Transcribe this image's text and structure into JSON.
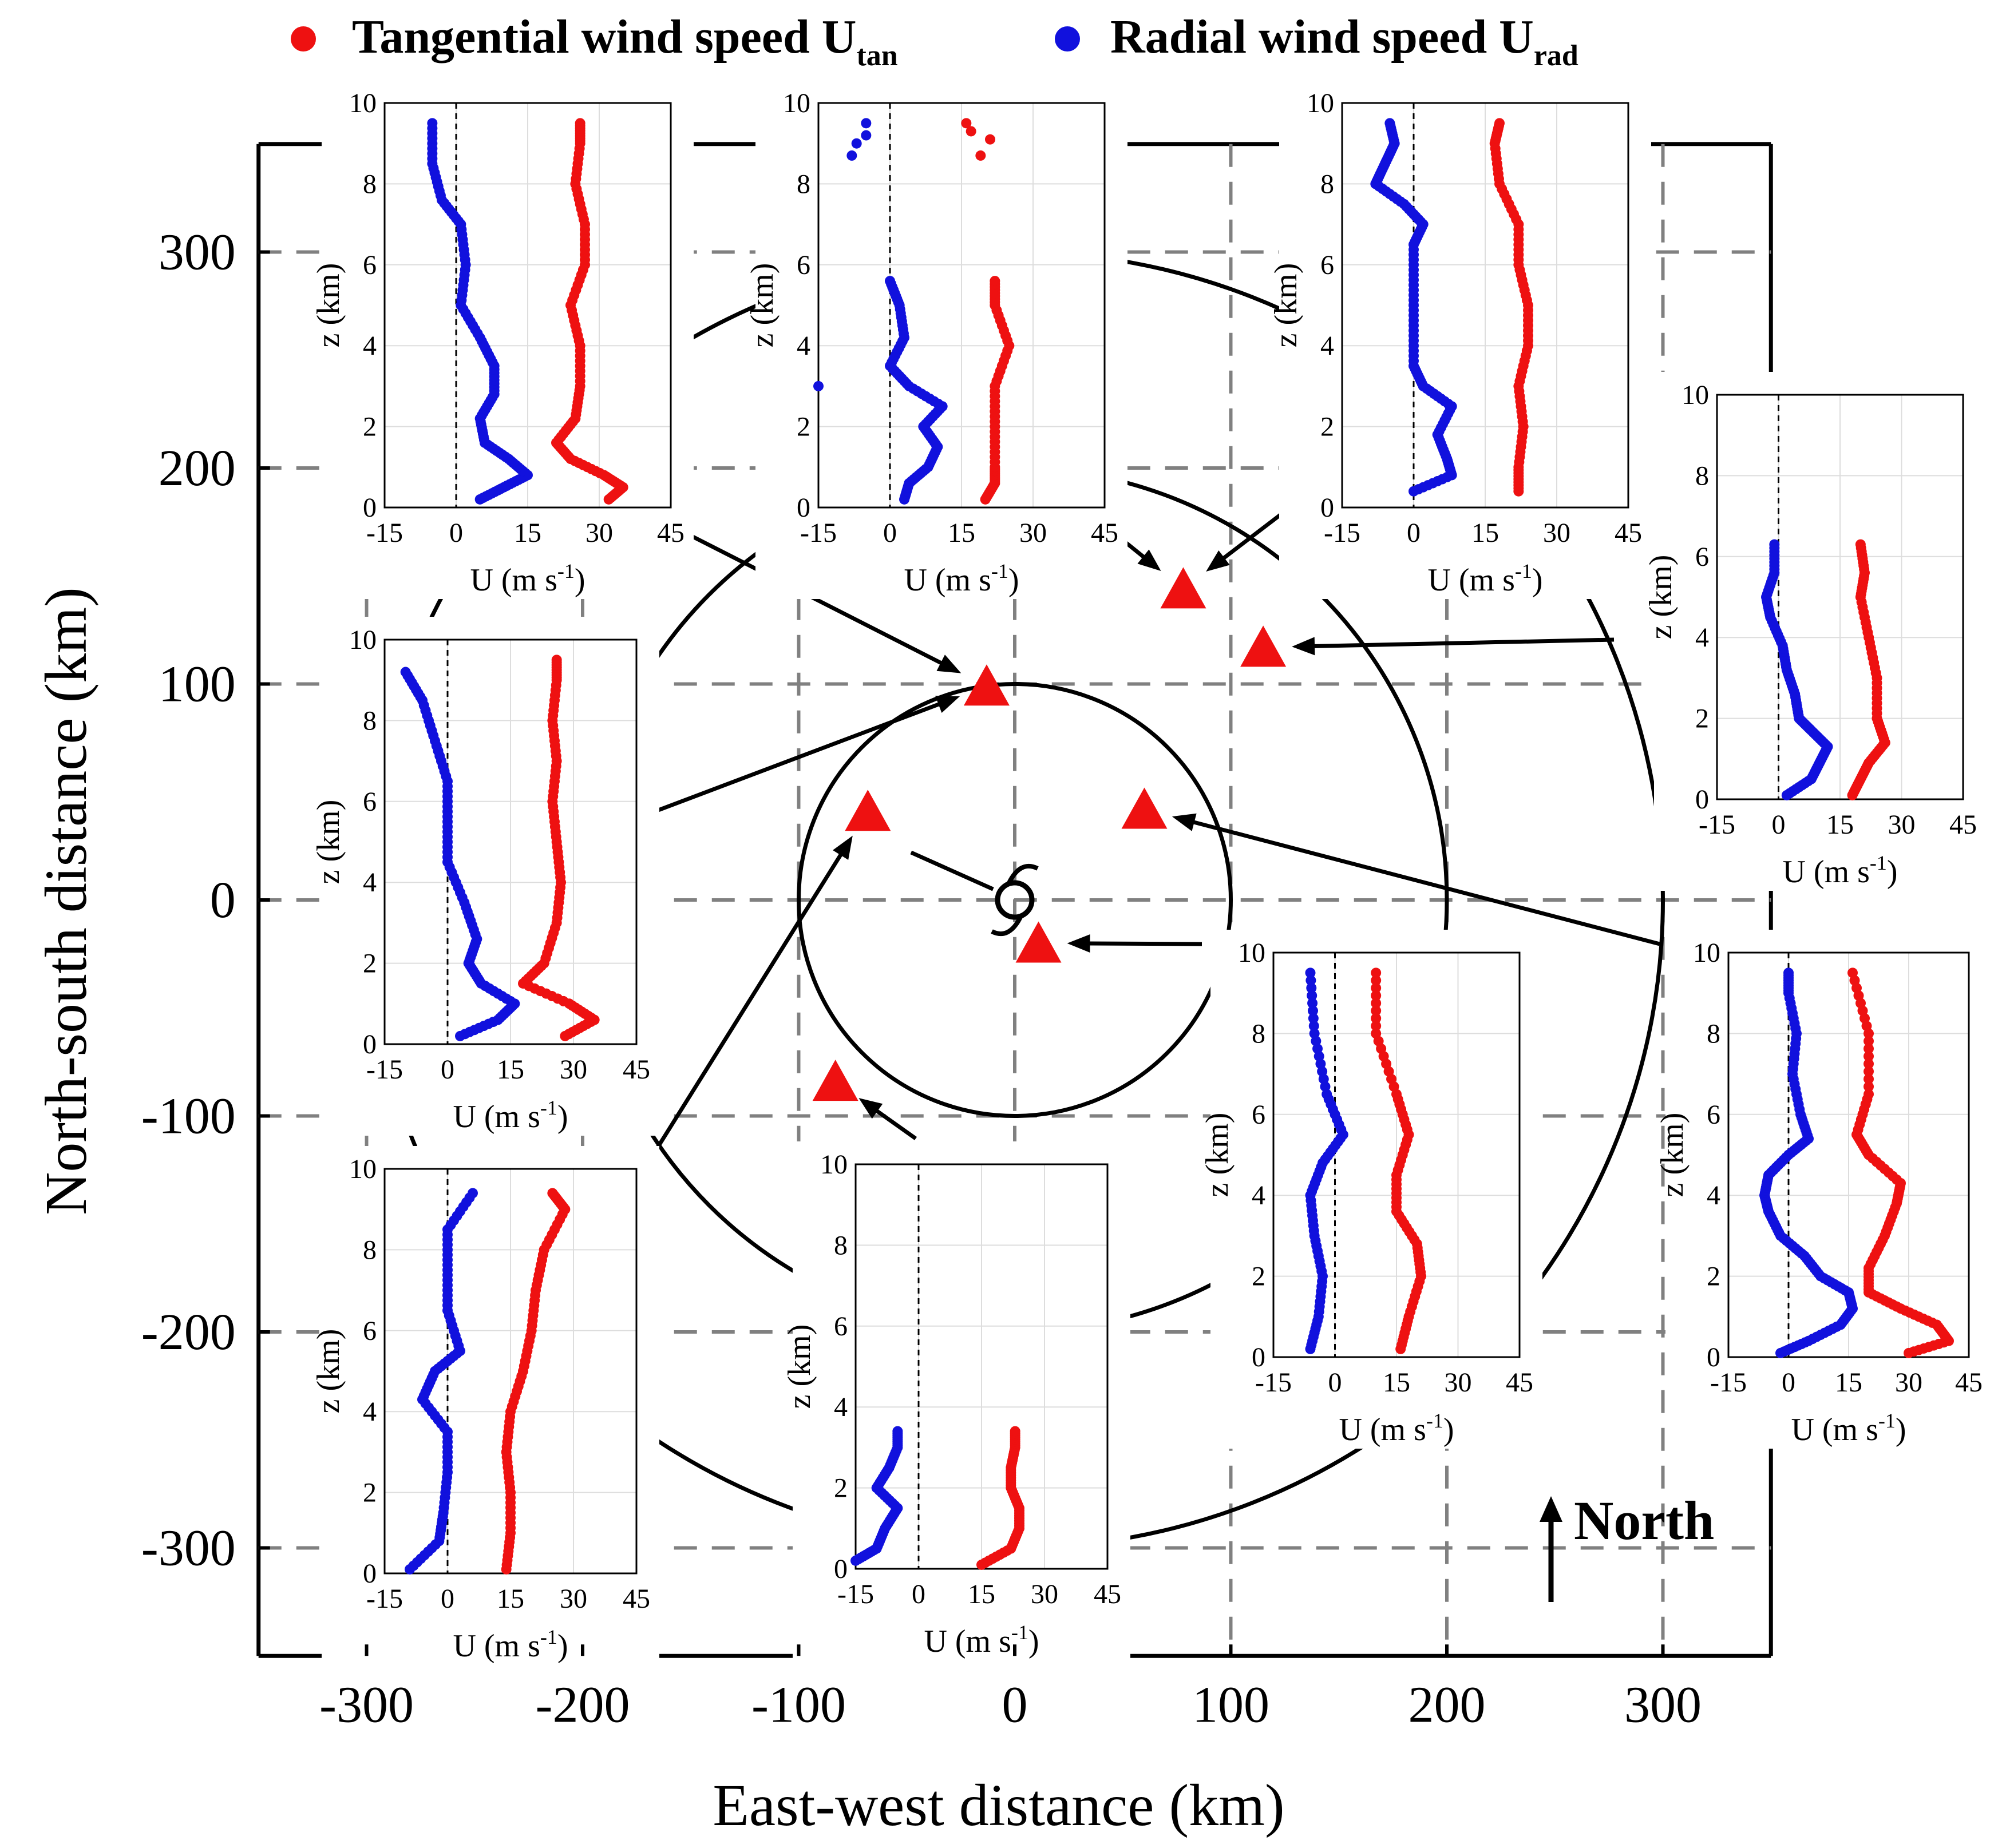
{
  "legend": {
    "tangential": {
      "label": "Tangential wind speed U",
      "sub": "tan",
      "color": "#ee1111"
    },
    "radial": {
      "label": "Radial wind speed U",
      "sub": "rad",
      "color": "#1111dd"
    }
  },
  "colors": {
    "tangential": "#ee1111",
    "radial": "#1111dd",
    "triangle": "#ee1111",
    "axis": "#000000",
    "grid": "#808080"
  },
  "north_label": "North",
  "chart_data": {
    "type": "scatter",
    "xlabel": "East-west distance (km)",
    "ylabel": "North-south distance (km)",
    "xlim": [
      -350,
      350
    ],
    "ylim": [
      -350,
      350
    ],
    "xticks": [
      -300,
      -200,
      -100,
      0,
      100,
      200,
      300
    ],
    "yticks": [
      -300,
      -200,
      -100,
      0,
      100,
      200,
      300
    ],
    "grid_dashed_at": [
      -300,
      -200,
      -100,
      0,
      100,
      200,
      300
    ],
    "range_ring_radius_km": 100,
    "storm_center": [
      0,
      0
    ],
    "stations": [
      {
        "x": -13,
        "y": 99
      },
      {
        "x": 78,
        "y": 144
      },
      {
        "x": 115,
        "y": 117
      },
      {
        "x": -68,
        "y": 41
      },
      {
        "x": 60,
        "y": 42
      },
      {
        "x": 11,
        "y": -20
      },
      {
        "x": -83,
        "y": -84
      }
    ],
    "inset_axes": {
      "ylabel": "z (km)",
      "xlabel": "U (m s",
      "xlabel_sup": "-1",
      "xlabel_end": ")",
      "xlim": [
        -15,
        45
      ],
      "ylim": [
        0,
        10
      ],
      "xticks": [
        -15,
        0,
        15,
        30,
        45
      ],
      "yticks": [
        0,
        2,
        4,
        6,
        8,
        10
      ]
    },
    "profiles": [
      {
        "id": "top-left",
        "zmax": 9.5,
        "rad": [
          [
            0.2,
            5
          ],
          [
            0.5,
            10
          ],
          [
            0.8,
            15
          ],
          [
            1.2,
            11
          ],
          [
            1.6,
            6
          ],
          [
            2.2,
            5
          ],
          [
            2.8,
            8
          ],
          [
            3.5,
            8
          ],
          [
            4.2,
            5
          ],
          [
            5,
            1
          ],
          [
            6,
            2
          ],
          [
            7,
            1
          ],
          [
            7.6,
            -3
          ],
          [
            8.5,
            -5
          ],
          [
            9.5,
            -5
          ]
        ],
        "tan": [
          [
            0.2,
            32
          ],
          [
            0.5,
            35
          ],
          [
            0.8,
            31
          ],
          [
            1.2,
            24
          ],
          [
            1.6,
            21
          ],
          [
            2.2,
            25
          ],
          [
            3,
            26
          ],
          [
            4,
            26
          ],
          [
            5,
            24
          ],
          [
            6,
            27
          ],
          [
            7,
            27
          ],
          [
            8,
            25
          ],
          [
            9,
            26
          ],
          [
            9.5,
            26
          ]
        ]
      },
      {
        "id": "top-middle",
        "zmax": 9.5,
        "rad": [
          [
            0.2,
            3
          ],
          [
            0.6,
            4
          ],
          [
            1,
            8
          ],
          [
            1.5,
            10
          ],
          [
            2,
            7
          ],
          [
            2.5,
            11
          ],
          [
            3,
            4
          ],
          [
            3.5,
            0
          ],
          [
            4.2,
            3
          ],
          [
            5,
            2
          ],
          [
            5.6,
            0
          ]
        ],
        "tan": [
          [
            0.2,
            20
          ],
          [
            0.6,
            22
          ],
          [
            1,
            22
          ],
          [
            2,
            22
          ],
          [
            3,
            22
          ],
          [
            4,
            25
          ],
          [
            5,
            22
          ],
          [
            5.6,
            22
          ]
        ],
        "rad_extra": [
          [
            9.5,
            -5
          ],
          [
            9.2,
            -5
          ],
          [
            9,
            -7
          ],
          [
            8.7,
            -8
          ],
          [
            3,
            -15
          ]
        ],
        "tan_extra": [
          [
            9.5,
            16
          ],
          [
            9.3,
            17
          ],
          [
            9.1,
            21
          ],
          [
            8.7,
            19
          ]
        ]
      },
      {
        "id": "top-right",
        "zmax": 9.5,
        "rad": [
          [
            0.4,
            0
          ],
          [
            0.8,
            8
          ],
          [
            1.2,
            7
          ],
          [
            1.8,
            5
          ],
          [
            2.5,
            8
          ],
          [
            3,
            2
          ],
          [
            3.5,
            0
          ],
          [
            4.5,
            0
          ],
          [
            5.5,
            0
          ],
          [
            6.5,
            0
          ],
          [
            7,
            2
          ],
          [
            7.5,
            -2
          ],
          [
            8,
            -8
          ],
          [
            8.5,
            -6
          ],
          [
            9,
            -4
          ],
          [
            9.5,
            -5
          ]
        ],
        "tan": [
          [
            0.4,
            22
          ],
          [
            1,
            22
          ],
          [
            2,
            23
          ],
          [
            3,
            22
          ],
          [
            4,
            24
          ],
          [
            5,
            24
          ],
          [
            6,
            22
          ],
          [
            7,
            22
          ],
          [
            8,
            18
          ],
          [
            9,
            17
          ],
          [
            9.5,
            18
          ]
        ]
      },
      {
        "id": "right-upper",
        "zmax": 6.3,
        "rad": [
          [
            0.1,
            2
          ],
          [
            0.5,
            8
          ],
          [
            0.9,
            10
          ],
          [
            1.3,
            12
          ],
          [
            1.7,
            8
          ],
          [
            2,
            5
          ],
          [
            2.6,
            4
          ],
          [
            3.2,
            2
          ],
          [
            3.8,
            1
          ],
          [
            4.5,
            -2
          ],
          [
            5,
            -3
          ],
          [
            5.6,
            -1
          ],
          [
            6.3,
            -1
          ]
        ],
        "tan": [
          [
            0.1,
            18
          ],
          [
            0.5,
            20
          ],
          [
            0.9,
            22
          ],
          [
            1.4,
            26
          ],
          [
            2,
            24
          ],
          [
            3,
            24
          ],
          [
            4,
            22
          ],
          [
            5,
            20
          ],
          [
            5.6,
            21
          ],
          [
            6.3,
            20
          ]
        ]
      },
      {
        "id": "middle-left",
        "zmax": 9.5,
        "rad": [
          [
            0.2,
            3
          ],
          [
            0.6,
            12
          ],
          [
            1,
            16
          ],
          [
            1.5,
            8
          ],
          [
            2,
            5
          ],
          [
            2.6,
            7
          ],
          [
            3.5,
            4
          ],
          [
            4.5,
            0
          ],
          [
            5.5,
            0
          ],
          [
            6.5,
            0
          ],
          [
            7.5,
            -3
          ],
          [
            8.5,
            -6
          ],
          [
            9.2,
            -10
          ]
        ],
        "tan": [
          [
            0.2,
            28
          ],
          [
            0.6,
            35
          ],
          [
            1,
            29
          ],
          [
            1.5,
            18
          ],
          [
            2,
            23
          ],
          [
            3,
            26
          ],
          [
            4,
            27
          ],
          [
            5,
            26
          ],
          [
            6,
            25
          ],
          [
            7,
            26
          ],
          [
            8,
            25
          ],
          [
            9,
            26
          ],
          [
            9.5,
            26
          ]
        ]
      },
      {
        "id": "center-right",
        "zmax": 9.5,
        "rad": [
          [
            0.2,
            -6
          ],
          [
            1,
            -4
          ],
          [
            2,
            -3
          ],
          [
            3,
            -5
          ],
          [
            4,
            -6
          ],
          [
            4.8,
            -3
          ],
          [
            5.5,
            2
          ],
          [
            6.5,
            -2
          ],
          [
            8,
            -5
          ],
          [
            9.5,
            -6
          ]
        ],
        "tan": [
          [
            0.2,
            16
          ],
          [
            1,
            18
          ],
          [
            2,
            21
          ],
          [
            2.8,
            20
          ],
          [
            3.6,
            15
          ],
          [
            4.5,
            15
          ],
          [
            5.5,
            18
          ],
          [
            6.5,
            15
          ],
          [
            8,
            10
          ],
          [
            9.5,
            10
          ]
        ]
      },
      {
        "id": "right-lower",
        "zmax": 9.5,
        "rad": [
          [
            0.1,
            -2
          ],
          [
            0.4,
            5
          ],
          [
            0.8,
            13
          ],
          [
            1.2,
            16
          ],
          [
            1.6,
            15
          ],
          [
            2,
            8
          ],
          [
            2.5,
            4
          ],
          [
            3,
            -2
          ],
          [
            3.6,
            -5
          ],
          [
            4,
            -6
          ],
          [
            4.5,
            -5
          ],
          [
            5,
            0
          ],
          [
            5.4,
            5
          ],
          [
            6,
            3
          ],
          [
            7,
            1
          ],
          [
            8,
            2
          ],
          [
            9,
            0
          ],
          [
            9.5,
            0
          ]
        ],
        "tan": [
          [
            0.1,
            30
          ],
          [
            0.4,
            40
          ],
          [
            0.8,
            37
          ],
          [
            1.2,
            28
          ],
          [
            1.6,
            20
          ],
          [
            2.2,
            20
          ],
          [
            3,
            24
          ],
          [
            3.8,
            27
          ],
          [
            4.3,
            28
          ],
          [
            5,
            20
          ],
          [
            5.5,
            17
          ],
          [
            6.5,
            20
          ],
          [
            8,
            20
          ],
          [
            9.5,
            16
          ]
        ]
      },
      {
        "id": "bottom-left",
        "zmax": 9.5,
        "rad": [
          [
            0.1,
            -9
          ],
          [
            0.8,
            -2
          ],
          [
            1.5,
            -1
          ],
          [
            2.5,
            0
          ],
          [
            3.5,
            0
          ],
          [
            4.3,
            -6
          ],
          [
            5,
            -3
          ],
          [
            5.5,
            3
          ],
          [
            6.5,
            0
          ],
          [
            7.5,
            0
          ],
          [
            8.5,
            0
          ],
          [
            9.4,
            6
          ]
        ],
        "tan": [
          [
            0.1,
            14
          ],
          [
            1,
            15
          ],
          [
            2,
            15
          ],
          [
            3,
            14
          ],
          [
            4,
            15
          ],
          [
            5,
            18
          ],
          [
            6,
            20
          ],
          [
            7,
            21
          ],
          [
            8,
            23
          ],
          [
            9,
            28
          ],
          [
            9.4,
            25
          ]
        ]
      },
      {
        "id": "bottom-middle",
        "zmax": 3.4,
        "rad": [
          [
            0.2,
            -15
          ],
          [
            0.5,
            -10
          ],
          [
            1,
            -8
          ],
          [
            1.5,
            -5
          ],
          [
            2,
            -10
          ],
          [
            2.5,
            -7
          ],
          [
            3,
            -5
          ],
          [
            3.4,
            -5
          ]
        ],
        "tan": [
          [
            0.1,
            15
          ],
          [
            0.5,
            22
          ],
          [
            1,
            24
          ],
          [
            1.5,
            24
          ],
          [
            2,
            22
          ],
          [
            2.5,
            22
          ],
          [
            3,
            23
          ],
          [
            3.4,
            23
          ]
        ]
      }
    ]
  }
}
